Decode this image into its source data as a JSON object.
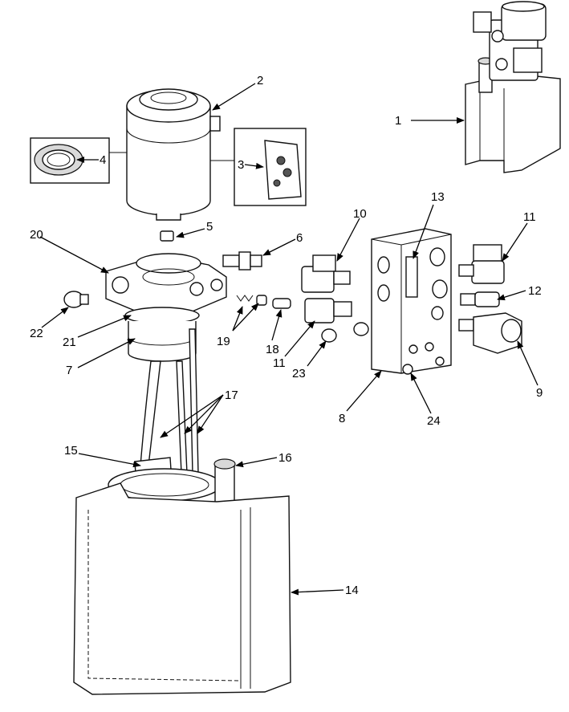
{
  "diagram": {
    "callouts": [
      "1",
      "2",
      "3",
      "4",
      "5",
      "6",
      "7",
      "8",
      "9",
      "10",
      "11",
      "11",
      "12",
      "13",
      "14",
      "15",
      "16",
      "17",
      "18",
      "19",
      "20",
      "21",
      "22",
      "23",
      "24"
    ]
  }
}
